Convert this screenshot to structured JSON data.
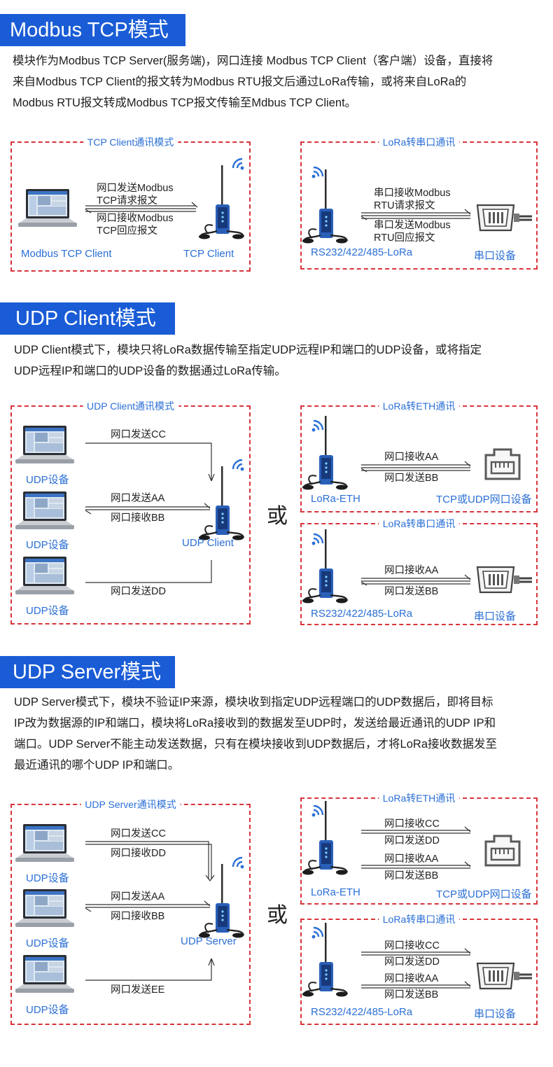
{
  "sections": {
    "tcp": {
      "title": "Modbus TCP模式",
      "desc": [
        "模块作为Modbus TCP Server(服务端)，网口连接 Modbus TCP Client（客户端）设备，直接将",
        "来自Modbus TCP Client的报文转为Modbus RTU报文后通过LoRa传输，或将来自LoRa的",
        "Modbus RTU报文转成Modbus TCP报文传输至Mdbus TCP Client。"
      ],
      "left_box": {
        "title": "TCP Client通讯模式",
        "msg_send_1": "网口发送Modbus",
        "msg_send_2": "TCP请求报文",
        "msg_recv_1": "网口接收Modbus",
        "msg_recv_2": "TCP回应报文",
        "label_client": "Modbus TCP Client",
        "label_module": "TCP Client"
      },
      "right_box": {
        "title": "LoRa转串口通讯",
        "msg_recv_1": "串口接收Modbus",
        "msg_recv_2": "RTU请求报文",
        "msg_send_1": "串口发送Modbus",
        "msg_send_2": "RTU回应报文",
        "label_module": "RS232/422/485-LoRa",
        "label_device": "串口设备"
      }
    },
    "udp_client": {
      "title": "UDP Client模式",
      "desc": [
        "UDP Client模式下，模块只将LoRa数据传输至指定UDP远程IP和端口的UDP设备，或将指定",
        "UDP远程IP和端口的UDP设备的数据通过LoRa传输。"
      ],
      "left_box": {
        "title": "UDP Client通讯模式",
        "msg_cc": "网口发送CC",
        "msg_aa": "网口发送AA",
        "msg_bb": "网口接收BB",
        "msg_dd": "网口发送DD",
        "label_dev1": "UDP设备",
        "label_dev2": "UDP设备",
        "label_dev3": "UDP设备",
        "label_module": "UDP Client"
      },
      "or": "或",
      "right_top": {
        "title": "LoRa转ETH通讯",
        "msg_1": "网口接收AA",
        "msg_2": "网口发送BB",
        "label_module": "LoRa-ETH",
        "label_device": "TCP或UDP网口设备"
      },
      "right_bottom": {
        "title": "LoRa转串口通讯",
        "msg_1": "网口接收AA",
        "msg_2": "网口发送BB",
        "label_module": "RS232/422/485-LoRa",
        "label_device": "串口设备"
      }
    },
    "udp_server": {
      "title": "UDP Server模式",
      "desc": [
        "UDP Server模式下，模块不验证IP来源，模块收到指定UDP远程端口的UDP数据后，即将目标",
        "IP改为数据源的IP和端口，模块将LoRa接收到的数据发至UDP时，发送给最近通讯的UDP IP和",
        "端口。UDP Server不能主动发送数据，只有在模块接收到UDP数据后，才将LoRa接收数据发至",
        "最近通讯的哪个UDP IP和端口。"
      ],
      "left_box": {
        "title": "UDP Server通讯模式",
        "msg_cc": "网口发送CC",
        "msg_dd": "网口接收DD",
        "msg_aa": "网口发送AA",
        "msg_bb": "网口接收BB",
        "msg_ee": "网口发送EE",
        "label_dev1": "UDP设备",
        "label_dev2": "UDP设备",
        "label_dev3": "UDP设备",
        "label_module": "UDP Server"
      },
      "or": "或",
      "right_top": {
        "title": "LoRa转ETH通讯",
        "msg_1": "网口接收CC",
        "msg_2": "网口发送DD",
        "msg_3": "网口接收AA",
        "msg_4": "网口发送BB",
        "label_module": "LoRa-ETH",
        "label_device": "TCP或UDP网口设备"
      },
      "right_bottom": {
        "title": "LoRa转串口通讯",
        "msg_1": "网口接收CC",
        "msg_2": "网口发送DD",
        "msg_3": "网口接收AA",
        "msg_4": "网口发送BB",
        "label_module": "RS232/422/485-LoRa",
        "label_device": "串口设备"
      }
    }
  },
  "colors": {
    "title_bg": "#1a5cd6",
    "label_blue": "#2a6fd6",
    "dashed_border": "#d9343b"
  }
}
